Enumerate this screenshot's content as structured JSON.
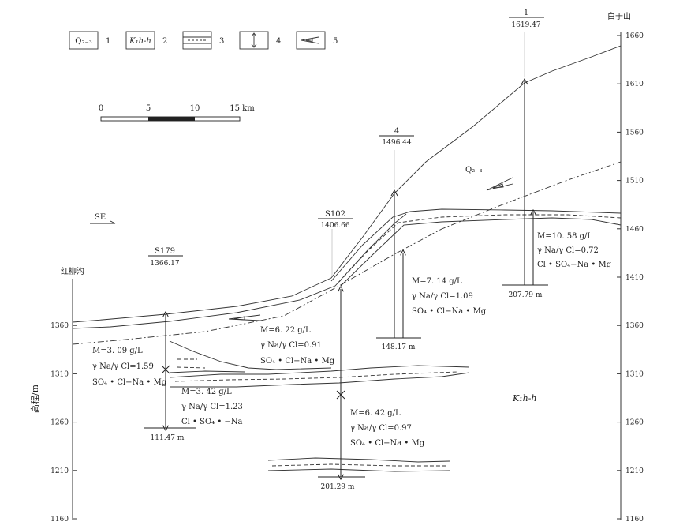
{
  "legend": [
    {
      "symbol": "Q₂₋₃",
      "number": "1"
    },
    {
      "symbol": "K₁h-h",
      "number": "2"
    },
    {
      "symbol": "",
      "number": "3"
    },
    {
      "symbol": "",
      "number": "4"
    },
    {
      "symbol": "",
      "number": "5"
    }
  ],
  "scale_bar": {
    "labels": [
      "0",
      "5",
      "10",
      "15 km"
    ]
  },
  "direction_label": "SE",
  "left_place": "红柳沟",
  "right_place": "白于山",
  "y_axis_label": "高程/m",
  "left_axis_ticks": [
    "1360",
    "1310",
    "1260",
    "1210",
    "1160"
  ],
  "right_axis_ticks": [
    "1660",
    "1610",
    "1560",
    "1510",
    "1460",
    "1410",
    "1360",
    "1310",
    "1260",
    "1210",
    "1160"
  ],
  "formation_labels": {
    "quaternary": "Q₂₋₃",
    "cretaceous": "K₁h-h"
  },
  "wells": [
    {
      "name": "S179",
      "elevation": "1366.17",
      "depth": "111.47 m"
    },
    {
      "name": "S102",
      "elevation": "1406.66",
      "depth": "201.29 m"
    },
    {
      "name": "4",
      "elevation": "1496.44",
      "depth": "148.17 m"
    },
    {
      "name": "1",
      "elevation": "1619.47",
      "depth": "207.79 m"
    }
  ],
  "chem": [
    {
      "m": "M=3. 09 g/L",
      "r": "γ Na/γ Cl=1.59",
      "t": "SO₄ • Cl−Na • Mg"
    },
    {
      "m": "M=3. 42 g/L",
      "r": "γ Na/γ Cl=1.23",
      "t": "Cl • SO₄ • −Na"
    },
    {
      "m": "M=6. 22 g/L",
      "r": "γ Na/γ Cl=0.91",
      "t": "SO₄ • Cl−Na • Mg"
    },
    {
      "m": "M=6. 42 g/L",
      "r": "γ Na/γ Cl=0.97",
      "t": "SO₄ • Cl−Na • Mg"
    },
    {
      "m": "M=7. 14 g/L",
      "r": "γ Na/γ Cl=1.09",
      "t": "SO₄ • Cl−Na • Mg"
    },
    {
      "m": "M=10. 58 g/L",
      "r": "γ Na/γ Cl=0.72",
      "t": "Cl • SO₄−Na • Mg"
    }
  ]
}
